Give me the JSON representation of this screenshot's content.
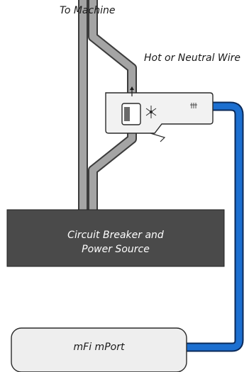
{
  "labels": {
    "to_machine": "To Machine",
    "hot_neutral_wire": "Hot or Neutral Wire",
    "breaker_line1": "Circuit Breaker and",
    "breaker_line2": "Power Source",
    "mport": "mFi mPort"
  },
  "colors": {
    "wire_fill": "#a4a4a4",
    "wire_outline": "#3c3c3c",
    "cable_blue": "#1c6fd0",
    "breaker_box": "#4a4a4a",
    "mport_box": "#eeeeee",
    "sensor_body": "#f2f2f2"
  },
  "icons": {
    "sensor_logo": "ubiquiti-logo-icon",
    "sensor_mark": "mfi-mark-icon"
  }
}
